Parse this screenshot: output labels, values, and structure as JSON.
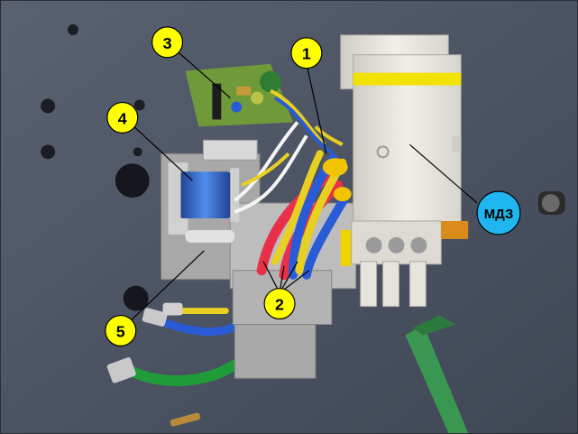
{
  "callouts": [
    {
      "id": "1",
      "label": "1"
    },
    {
      "id": "2",
      "label": "2"
    },
    {
      "id": "3",
      "label": "3"
    },
    {
      "id": "4",
      "label": "4"
    },
    {
      "id": "5",
      "label": "5"
    },
    {
      "id": "mdz",
      "label": "МДЗ"
    }
  ],
  "colors": {
    "callout_yellow": "#ffff00",
    "callout_blue": "#1fb6f0",
    "background_panel": "#525a68",
    "breaker_body": "#e8e6df",
    "breaker_stripe": "#f2e200",
    "wire_red": "#e8304a",
    "wire_blue": "#2a5bd6",
    "wire_yellow": "#e8d020",
    "wire_green": "#1f9b3a",
    "pcb_green": "#6f9a3a",
    "coil_blue": "#3a7be0"
  }
}
